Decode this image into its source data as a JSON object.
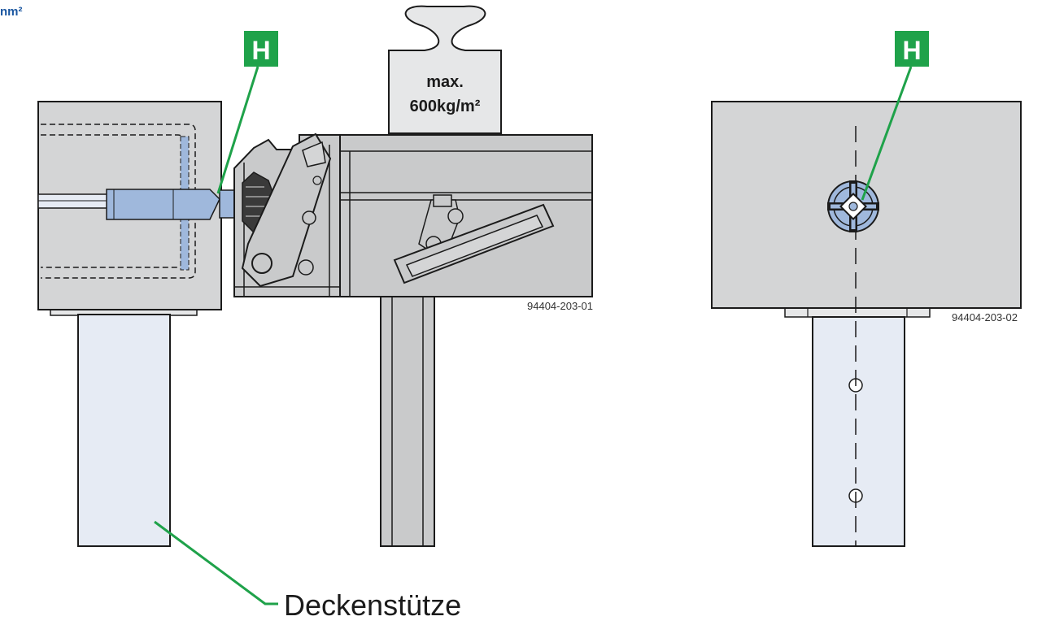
{
  "corner_text": "nm²",
  "callout_h_label": "H",
  "weight_text_line1": "max.",
  "weight_text_line2": "600kg/m²",
  "figure_code_left": "94404-203-01",
  "figure_code_right": "94404-203-02",
  "caption_label": "Deckenstütze",
  "colors": {
    "callout_green": "#1fa24a",
    "panel_grey": "#d4d5d6",
    "prop_blue": "#e6ebf4",
    "bolt_blue": "#9fb8dc",
    "outline": "#1b1b1b"
  }
}
